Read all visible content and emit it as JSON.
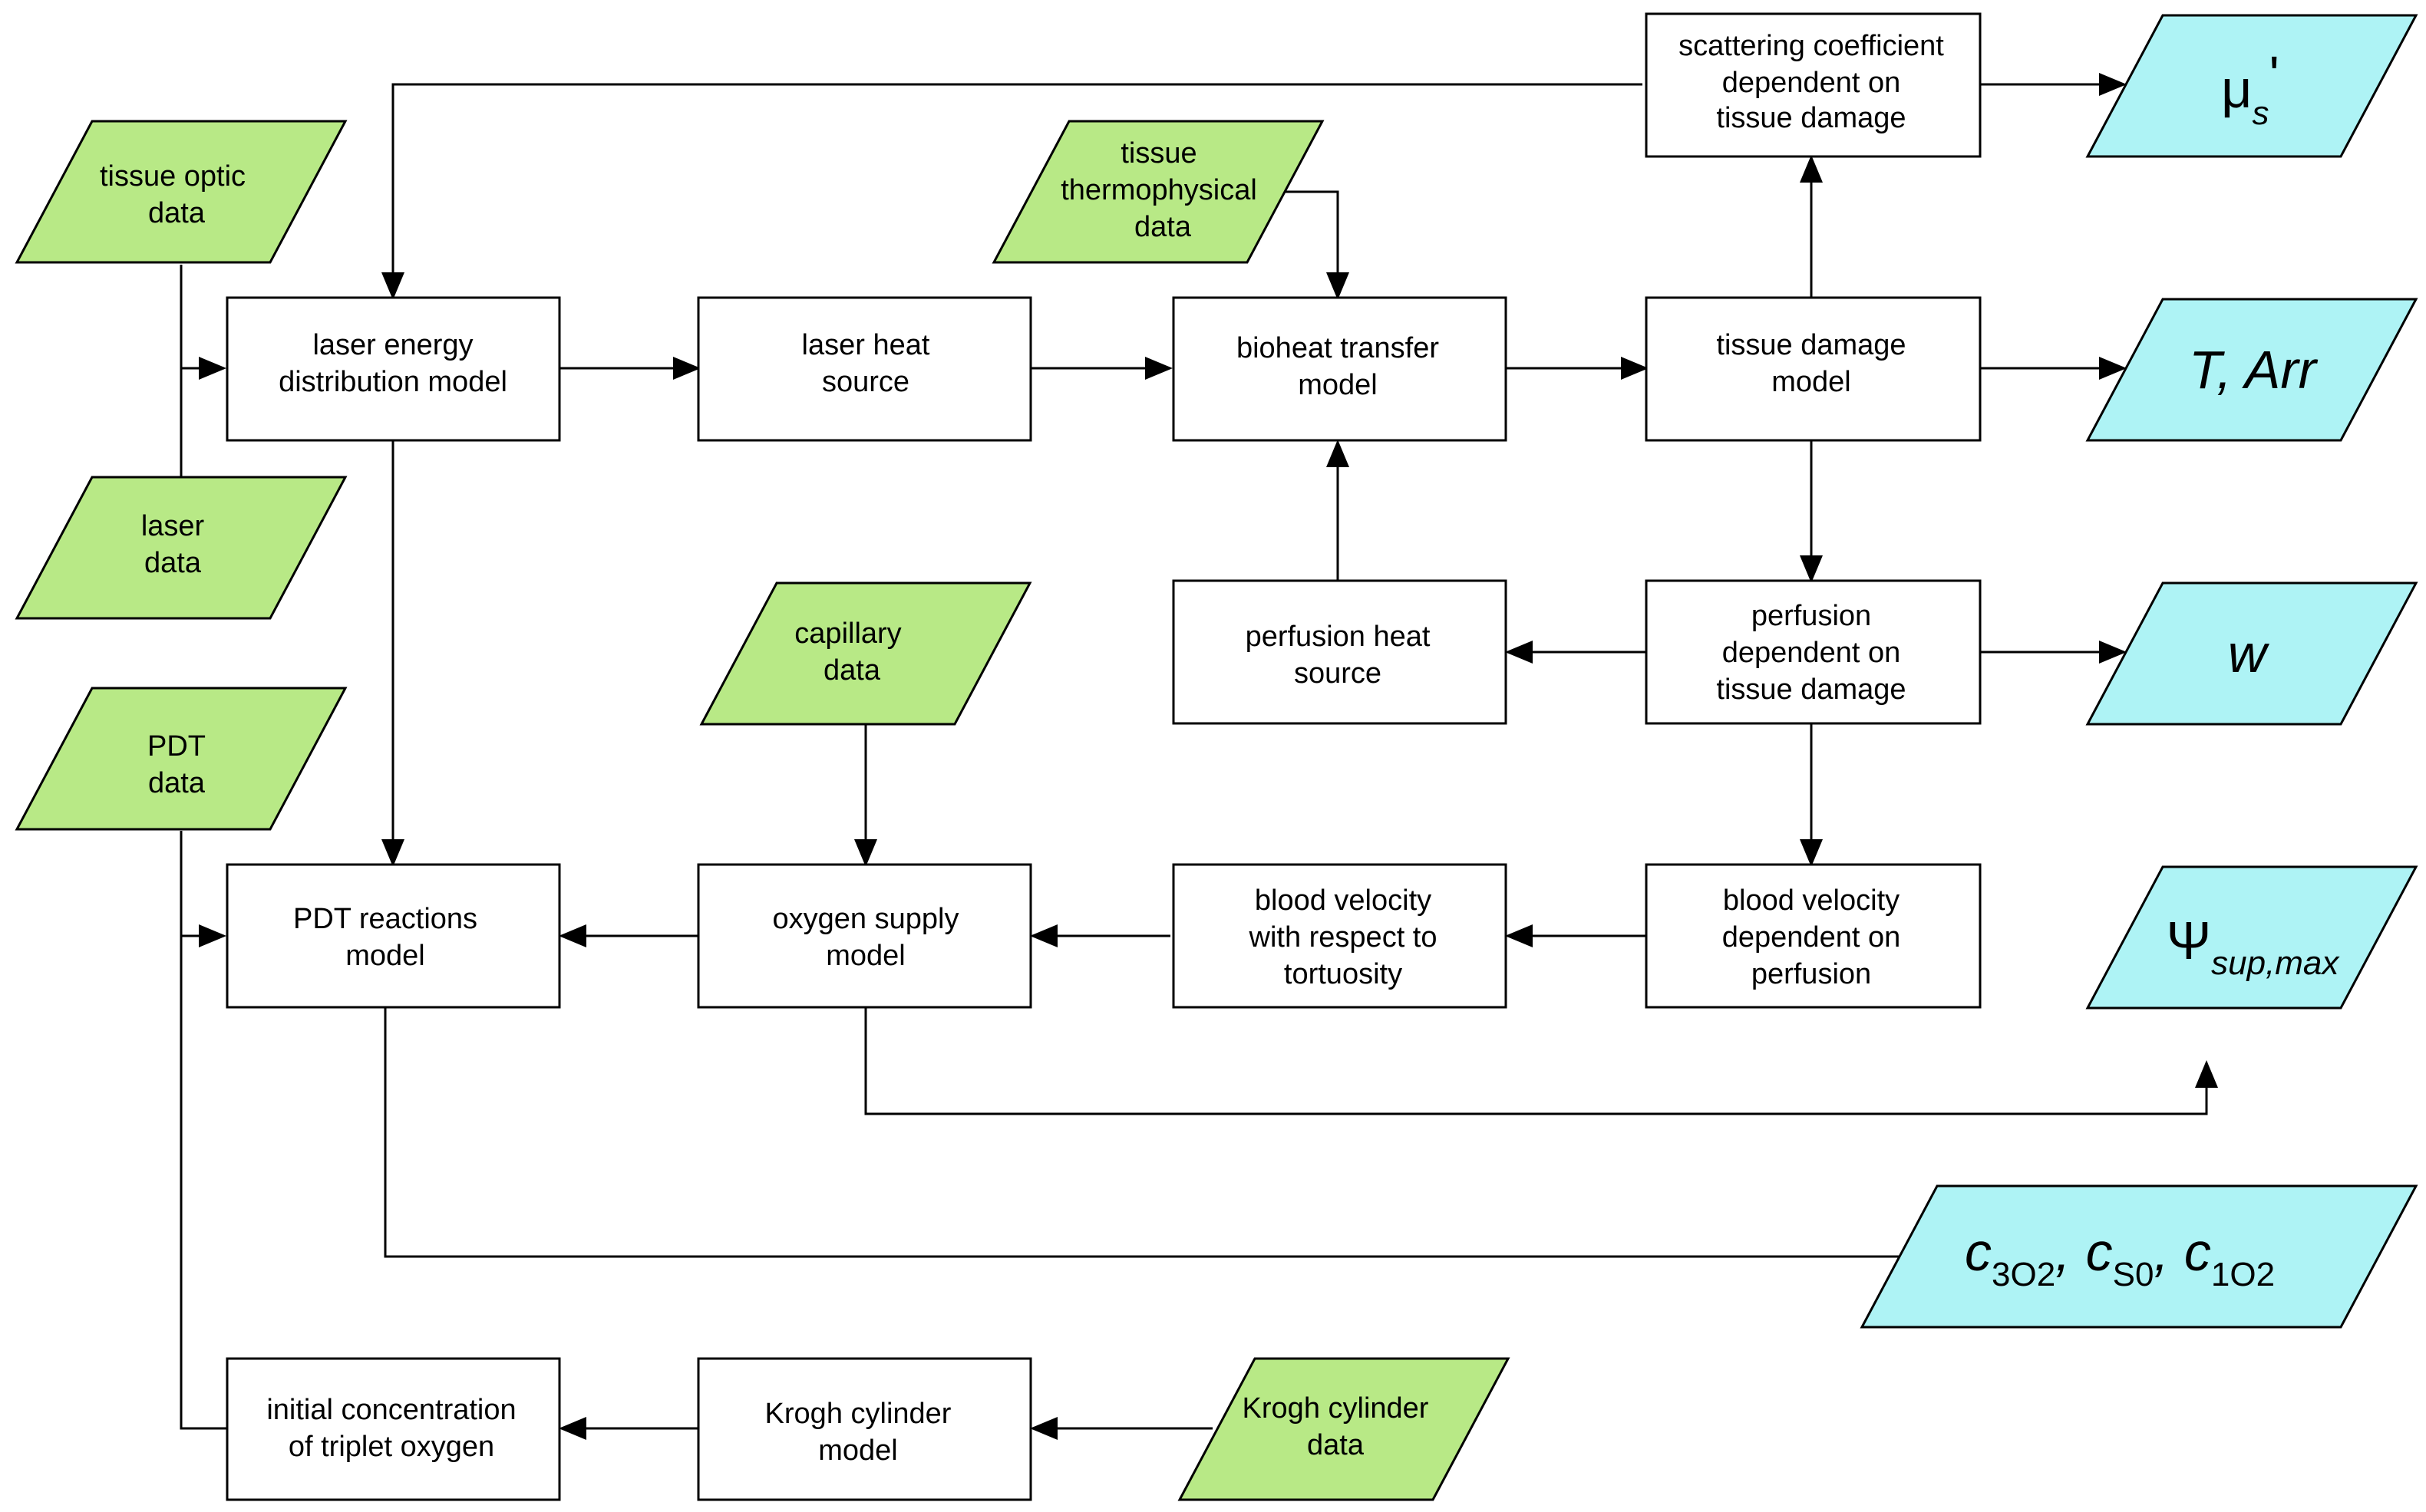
{
  "boxes": {
    "laser_energy": [
      "laser energy",
      "distribution model"
    ],
    "laser_heat": [
      "laser heat",
      "source"
    ],
    "bioheat": [
      "bioheat transfer",
      "model"
    ],
    "tissue_damage": [
      "tissue damage",
      "model"
    ],
    "scattering": [
      "scattering coefficient",
      "dependent on",
      "tissue damage"
    ],
    "perfusion_heat": [
      "perfusion heat",
      "source"
    ],
    "perfusion_dep": [
      "perfusion",
      "dependent on",
      "tissue damage"
    ],
    "pdt_reactions": [
      "PDT reactions",
      "model"
    ],
    "oxygen_supply": [
      "oxygen supply",
      "model"
    ],
    "blood_tortuosity": [
      "blood velocity",
      "with respect to",
      "tortuosity"
    ],
    "blood_perfusion": [
      "blood velocity",
      "dependent on",
      "perfusion"
    ],
    "initial_conc": [
      "initial concentration",
      "of triplet oxygen"
    ],
    "krogh_model": [
      "Krogh cylinder",
      "model"
    ]
  },
  "inputs": {
    "tissue_optic": [
      "tissue optic",
      "data"
    ],
    "laser_data": [
      "laser",
      "data"
    ],
    "pdt_data": [
      "PDT",
      "data"
    ],
    "thermophysical": [
      "tissue",
      "thermophysical",
      "data"
    ],
    "capillary": [
      "capillary",
      "data"
    ],
    "krogh_data": [
      "Krogh cylinder",
      "data"
    ]
  },
  "outputs": {
    "mu_s": {
      "main": "μ",
      "sub": "s",
      "suffix": "'"
    },
    "t_arr": {
      "text": "T, Arr"
    },
    "w": {
      "text": "w"
    },
    "psi": {
      "main": "Ψ",
      "sub": "sup,max"
    },
    "conc": {
      "c1": "c",
      "s1": "3O2",
      "sep1": ",",
      "c2": "c",
      "s2": "S0",
      "sep2": ",",
      "c3": "c",
      "s3": "1O2"
    }
  },
  "colors": {
    "input_fill": "#b8e986",
    "output_fill": "#aef3f5",
    "box_fill": "#ffffff",
    "stroke": "#000000"
  }
}
